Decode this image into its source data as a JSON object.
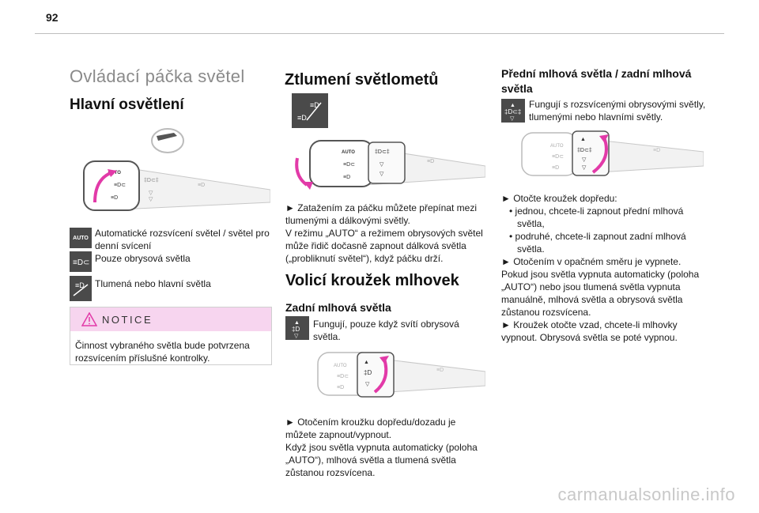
{
  "page": {
    "number": "92"
  },
  "col1": {
    "title": "Ovládací páčka světel",
    "subtitle": "Hlavní osvětlení",
    "items": [
      {
        "icon": "auto-icon",
        "icon_text": "AUTO",
        "text": "Automatické rozsvícení světel / světel pro denní svícení"
      },
      {
        "icon": "position-lights-icon",
        "text": "Pouze obrysová světla"
      },
      {
        "icon": "dipped-beam-icon",
        "text": "Tlumená nebo hlavní světla"
      }
    ],
    "notice": {
      "title": "NOTICE",
      "body": "Činnost vybraného světla bude potvrzena rozsvícením příslušné kontrolky."
    }
  },
  "col2": {
    "title": "Ztlumení světlometů",
    "para1": [
      "► Zatažením za páčku můžete přepínat mezi tlumenými a dálkovými světly.",
      "V režimu „AUTO“ a režimem obrysových světel může řidič dočasně zapnout dálková světla („probliknutí světel“), když páčku drží."
    ],
    "title2": "Volicí kroužek mlhovek",
    "subtitle2": "Zadní mlhová světla",
    "rear_fog_text": "Fungují, pouze když svítí obrysová světla.",
    "para2": [
      "► Otočením kroužku dopředu/dozadu je můžete zapnout/vypnout.",
      "Když jsou světla vypnuta automaticky (poloha „AUTO“), mlhová světla a tlumená světla zůstanou rozsvícena."
    ]
  },
  "col3": {
    "title": "Přední mlhová světla / zadní mlhová světla",
    "front_fog_text": "Fungují s rozsvícenými obrysovými světly, tlumenými nebo hlavními světly.",
    "lines": [
      "► Otočte kroužek dopředu:",
      "•  jednou, chcete-li zapnout přední mlhová",
      "světla,",
      "•  podruhé, chcete-li zapnout zadní mlhová",
      "světla.",
      "► Otočením v opačném směru je vypnete.",
      "Pokud jsou světla vypnuta automaticky (poloha",
      "„AUTO“) nebo jsou tlumená světla vypnuta",
      "manuálně, mlhová světla a obrysová světla",
      "zůstanou rozsvícena.",
      "► Kroužek otočte vzad, chcete-li mlhovky",
      "vypnout. Obrysová světla se poté vypnou."
    ]
  },
  "watermark": "carmanualsonline.info",
  "colors": {
    "accent_pink": "#e23aa8",
    "notice_bg": "#f7d5ef",
    "icon_bg": "#4a4a4a"
  }
}
